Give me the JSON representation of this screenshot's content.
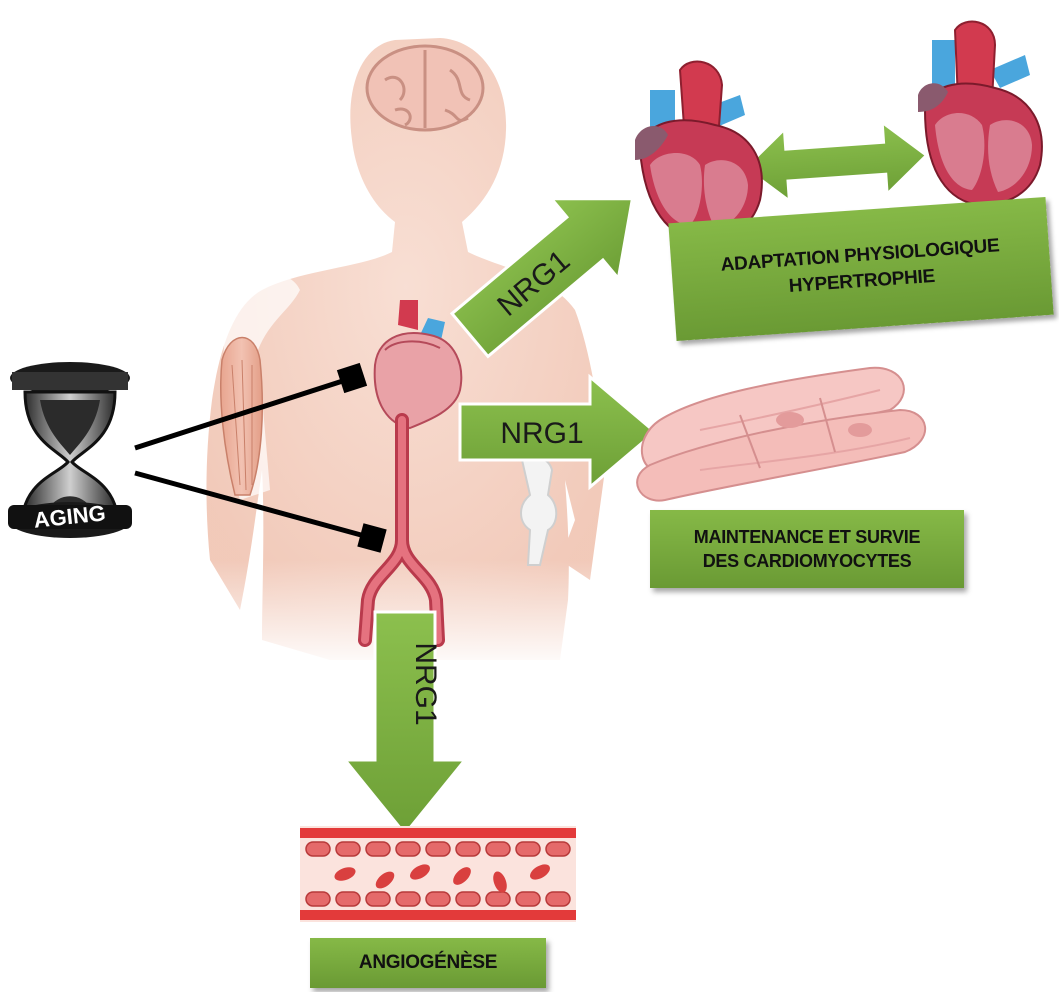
{
  "arrows": {
    "heart_label": "NRG1",
    "myocyte_label": "NRG1",
    "vessel_label": "NRG1"
  },
  "boxes": {
    "adaptation_line1": "ADAPTATION PHYSIOLOGIQUE",
    "adaptation_line2": "HYPERTROPHIE",
    "maintenance_line1": "MAINTENANCE ET SURVIE",
    "maintenance_line2": "DES CARDIOMYOCYTES",
    "angiogenese": "ANGIOGÉNÈSE"
  },
  "aging_icon_label": "AGING",
  "colors": {
    "arrow_green": "#7cb342",
    "box_green": "#78a83c",
    "skin": "#f3c9b8",
    "heart_red": "#d23a4f",
    "vessel_blue": "#4aa6dd",
    "inhibitor_line": "#000000"
  }
}
